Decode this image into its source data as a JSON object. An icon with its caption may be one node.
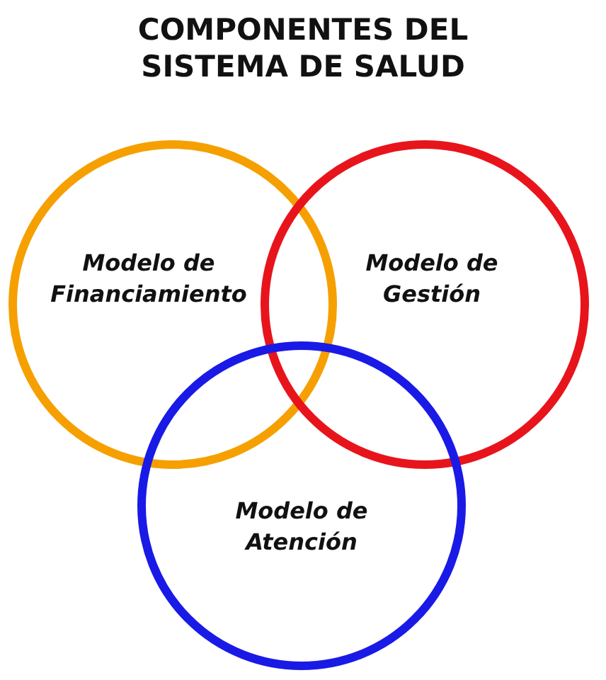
{
  "diagram": {
    "title": "COMPONENTES DEL SISTEMA DE SALUD",
    "nodes": [
      {
        "text": [
          "Modelo de Financiamiento"
        ]
      },
      {
        "text": [
          "Modelo de Gestión"
        ]
      },
      {
        "text": [
          "Modelo de Atención"
        ]
      }
    ],
    "edges": []
  }
}
